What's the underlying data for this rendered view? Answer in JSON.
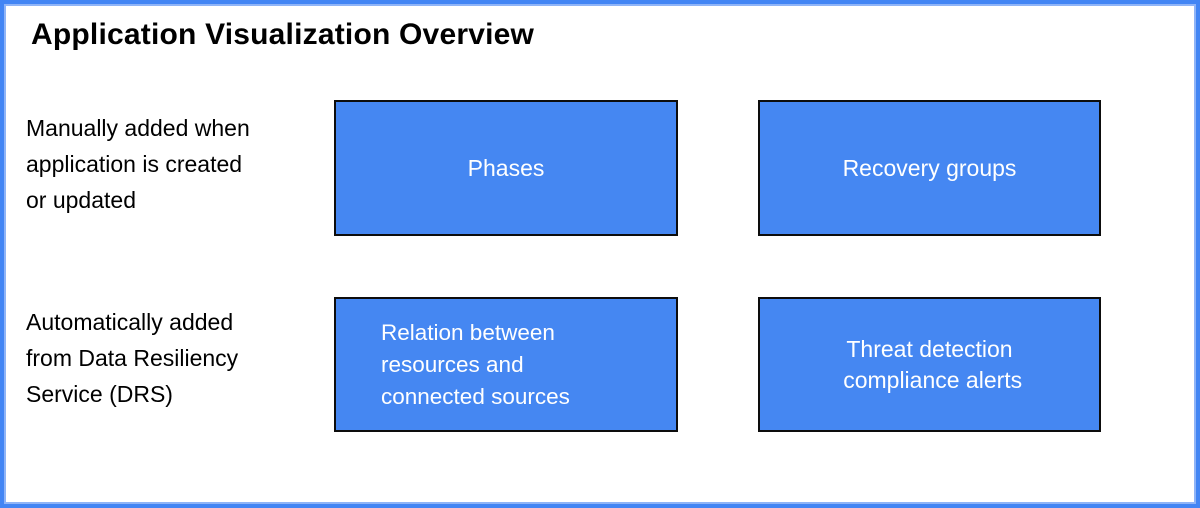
{
  "title": "Application Visualization Overview",
  "colors": {
    "frame_blue": "#4285F4",
    "frame_blue_inner": "#8FB4F7",
    "box_fill": "#4587F2",
    "box_border": "#0D0D0D",
    "box_text": "#FFFFFF",
    "label_text": "#000000",
    "background": "#FFFFFF"
  },
  "rows": [
    {
      "name": "manual",
      "label": "Manually added when\napplication is created\nor updated",
      "boxes": [
        {
          "label": "Phases"
        },
        {
          "label": "Recovery groups"
        }
      ]
    },
    {
      "name": "automatic",
      "label": "Automatically added\nfrom Data Resiliency\nService (DRS)",
      "boxes": [
        {
          "label": "Relation between\nresources and\nconnected sources"
        },
        {
          "label": "Threat detection\n compliance alerts"
        }
      ]
    }
  ]
}
